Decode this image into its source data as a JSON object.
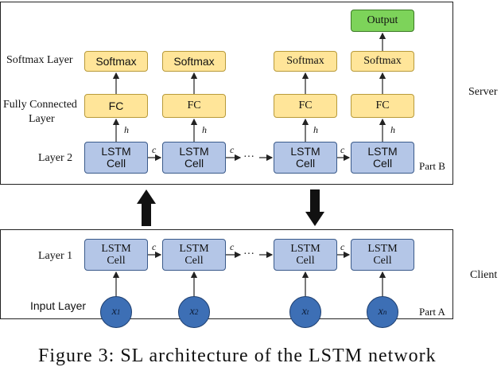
{
  "labels": {
    "softmax_layer": "Softmax Layer",
    "fc_layer_line1": "Fully Connected",
    "fc_layer_line2": "Layer",
    "layer2": "Layer 2",
    "layer1": "Layer 1",
    "input_layer": "Input Layer",
    "server": "Server",
    "client": "Client",
    "part_b": "Part B",
    "part_a": "Part A",
    "caption": "Figure 3: SL architecture of the LSTM network"
  },
  "nodes": {
    "output": "Output",
    "softmax": "Softmax",
    "fc": "FC",
    "lstm": "LSTM\nCell",
    "x1": "x",
    "x1_sub": "1",
    "x2": "x",
    "x2_sub": "2",
    "xt": "x",
    "xt_sub": "t",
    "xn": "x",
    "xn_sub": "n"
  },
  "edges": {
    "c": "c",
    "h": "h",
    "ellipsis": "···"
  }
}
